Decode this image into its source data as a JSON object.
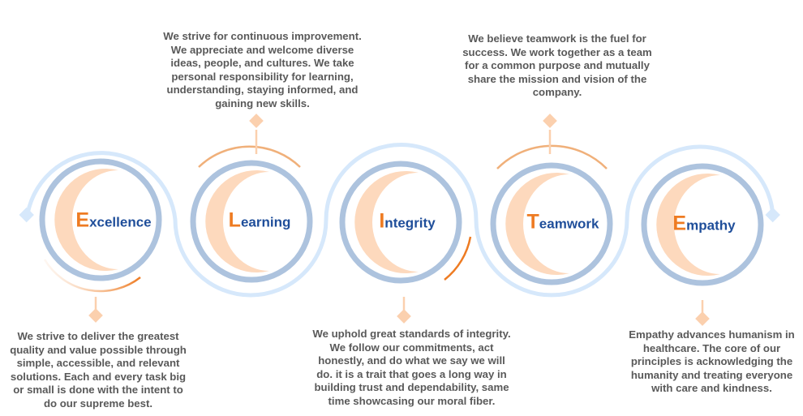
{
  "values": [
    {
      "initial": "E",
      "rest": "xcellence",
      "text": "We strive to deliver the greatest quality and value possible through simple, accessible, and relevant solutions. Each and every task big or small is done with the intent to do our supreme best."
    },
    {
      "initial": "L",
      "rest": "earning",
      "text": "We strive for continuous improvement. We appreciate and welcome diverse ideas, people, and cultures. We take personal responsibility for learning, understanding, staying informed, and gaining new skills."
    },
    {
      "initial": "I",
      "rest": "ntegrity",
      "text": "We uphold great standards of integrity. We follow our commitments, act honestly, and do what we say we will do. it is a trait that goes a long way in building trust and dependability, same time showcasing our moral fiber."
    },
    {
      "initial": "T",
      "rest": "eamwork",
      "text": "We believe teamwork is the fuel for success. We work together as a team for a common purpose and mutually share the mission and vision of the company."
    },
    {
      "initial": "E",
      "rest": "mpathy",
      "text": "Empathy advances humanism in healthcare. The core of our principles is acknowledging the humanity and treating everyone with care and kindness."
    }
  ],
  "colors": {
    "ring": "#adc3de",
    "crescent": "#fdd9bd",
    "wave": "#d6e8fb",
    "accent": "#ee7b22",
    "title": "#1f4e9a"
  }
}
